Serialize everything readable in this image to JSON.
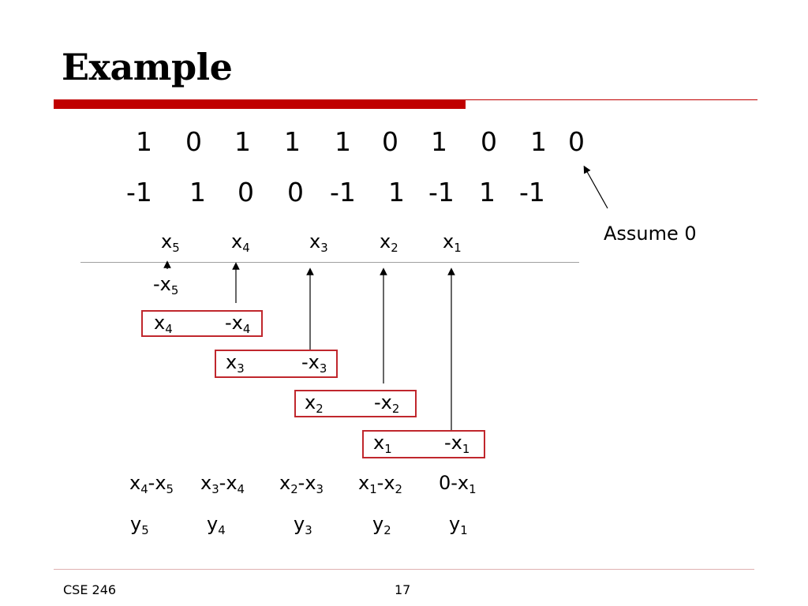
{
  "title": "Example",
  "bits": [
    "1",
    "0",
    "1",
    "1",
    "1",
    "0",
    "1",
    "0",
    "1",
    "0"
  ],
  "recoded": [
    "-1",
    "1",
    "0",
    "0",
    "-1",
    "1",
    "-1",
    "1",
    "-1"
  ],
  "annotation": "Assume 0",
  "x_labels": [
    {
      "base": "x",
      "sub": "5"
    },
    {
      "base": "x",
      "sub": "4"
    },
    {
      "base": "x",
      "sub": "3"
    },
    {
      "base": "x",
      "sub": "2"
    },
    {
      "base": "x",
      "sub": "1"
    }
  ],
  "neg_x5": {
    "base": "-x",
    "sub": "5"
  },
  "boxes": [
    {
      "left": {
        "base": "x",
        "sub": "4"
      },
      "right": {
        "base": "-x",
        "sub": "4"
      }
    },
    {
      "left": {
        "base": "x",
        "sub": "3"
      },
      "right": {
        "base": "-x",
        "sub": "3"
      }
    },
    {
      "left": {
        "base": "x",
        "sub": "2"
      },
      "right": {
        "base": "-x",
        "sub": "2"
      }
    },
    {
      "left": {
        "base": "x",
        "sub": "1"
      },
      "right": {
        "base": "-x",
        "sub": "1"
      }
    }
  ],
  "differences": [
    [
      {
        "base": "x",
        "sub": "4"
      },
      {
        "base": "-x",
        "sub": "5"
      }
    ],
    [
      {
        "base": "x",
        "sub": "3"
      },
      {
        "base": "-x",
        "sub": "4"
      }
    ],
    [
      {
        "base": "x",
        "sub": "2"
      },
      {
        "base": "-x",
        "sub": "3"
      }
    ],
    [
      {
        "base": "x",
        "sub": "1"
      },
      {
        "base": "-x",
        "sub": "2"
      }
    ],
    [
      {
        "base": "0-x",
        "sub": "1"
      }
    ]
  ],
  "y_labels": [
    {
      "base": "y",
      "sub": "5"
    },
    {
      "base": "y",
      "sub": "4"
    },
    {
      "base": "y",
      "sub": "3"
    },
    {
      "base": "y",
      "sub": "2"
    },
    {
      "base": "y",
      "sub": "1"
    }
  ],
  "footer": {
    "course": "CSE 246",
    "page": "17"
  },
  "colors": {
    "accent": "#c00000",
    "box_border": "#c0272d"
  }
}
